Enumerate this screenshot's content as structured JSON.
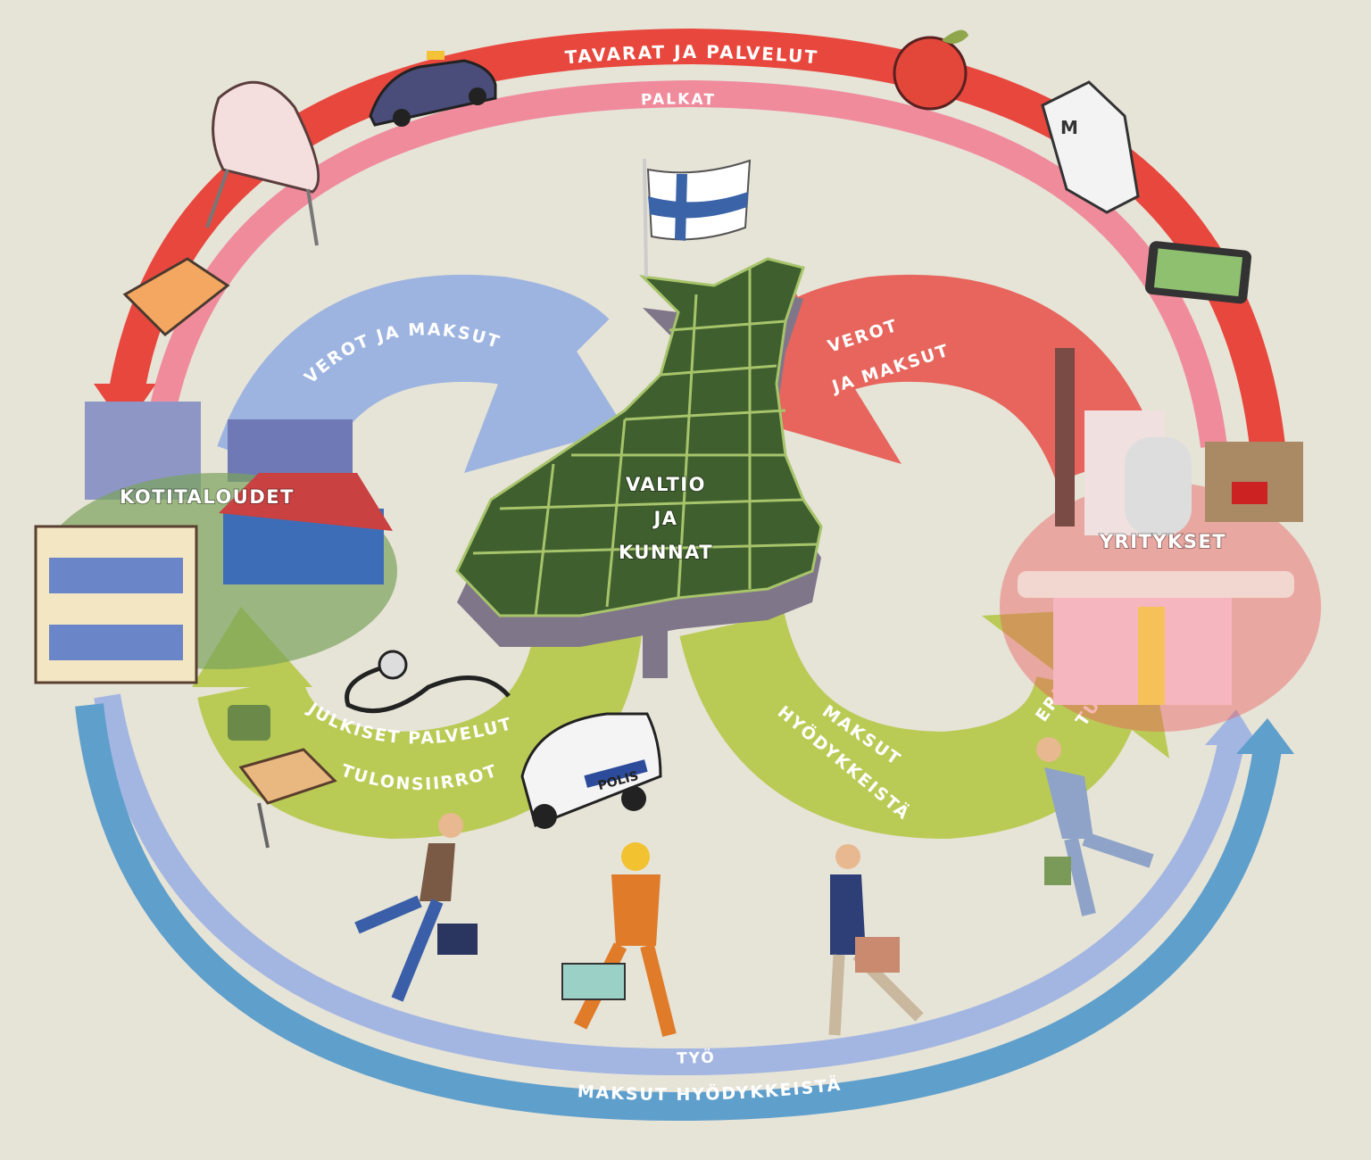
{
  "outer_flows": {
    "goods_services": "TAVARAT JA PALVELUT",
    "wages": "PALKAT",
    "labour": "TYÖ",
    "payments_for_goods": "MAKSUT HYÖDYKKEISTÄ"
  },
  "nodes": {
    "households": "KOTITALOUDET",
    "companies": "YRITYKSET",
    "government_line1": "VALTIO",
    "government_line2": "JA",
    "government_line3": "KUNNAT"
  },
  "inner_flows": {
    "household_taxes": "VEROT JA MAKSUT",
    "company_taxes_line1": "VEROT",
    "company_taxes_line2": "JA MAKSUT",
    "public_services": "JULKISET PALVELUT",
    "transfers": "TULONSIIRROT",
    "payments_line1": "MAKSUT",
    "payments_line2": "HYÖDYKKEISTÄ",
    "subsidies_line1": "ERILAISET",
    "subsidies_line2": "TUET"
  },
  "illustration_text": {
    "police_car": "POLIS",
    "milk_carton": "M"
  },
  "colors": {
    "background": "#e6e3d7",
    "red_flow": "#e8473d",
    "pink_flow": "#f08b9c",
    "blue_arrow": "#9db4e0",
    "red_arrow": "#e7655c",
    "green_arrow": "#b9cb55",
    "map_green": "#3f5f2f",
    "light_blue_flow": "#a3b6e2",
    "dark_blue_flow": "#5f9fcc"
  }
}
